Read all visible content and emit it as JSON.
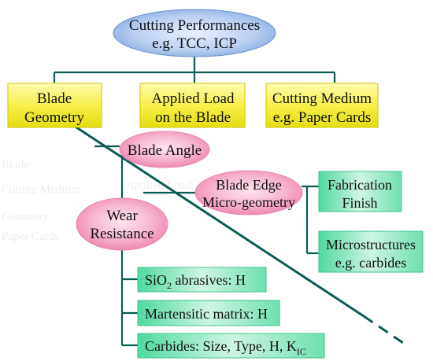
{
  "diagram": {
    "root": {
      "line1": "Cutting Performances",
      "line2": "e.g. TCC, ICP"
    },
    "categories": [
      {
        "line1": "Blade",
        "line2": "Geometry"
      },
      {
        "line1": "Applied Load",
        "line2": "on the Blade"
      },
      {
        "line1": "Cutting Medium",
        "line2": "e.g. Paper Cards"
      }
    ],
    "blade_angle": "Blade Angle",
    "blade_edge": {
      "line1": "Blade Edge",
      "line2": "Micro-geometry"
    },
    "wear_resistance": {
      "line1": "Wear",
      "line2": "Resistance"
    },
    "fabrication": {
      "line1": "Fabrication",
      "line2": "Finish"
    },
    "microstructures": {
      "line1": "Microstructures",
      "line2": "e.g. carbides"
    },
    "factors": {
      "sio2": {
        "main": "SiO",
        "sub": "2",
        "rest": " abrasives: H"
      },
      "martensitic": "Martensitic matrix: H",
      "carbides": {
        "main": "Carbides: Size, Type, H, K",
        "sub": "IC"
      }
    },
    "colors": {
      "line": "#0a5c55",
      "root_fill": "#8ab4e6",
      "category_fill": "#f2ee2e",
      "pink_fill": "#f4a3c4",
      "green_fill": "#6fe0b0"
    }
  }
}
